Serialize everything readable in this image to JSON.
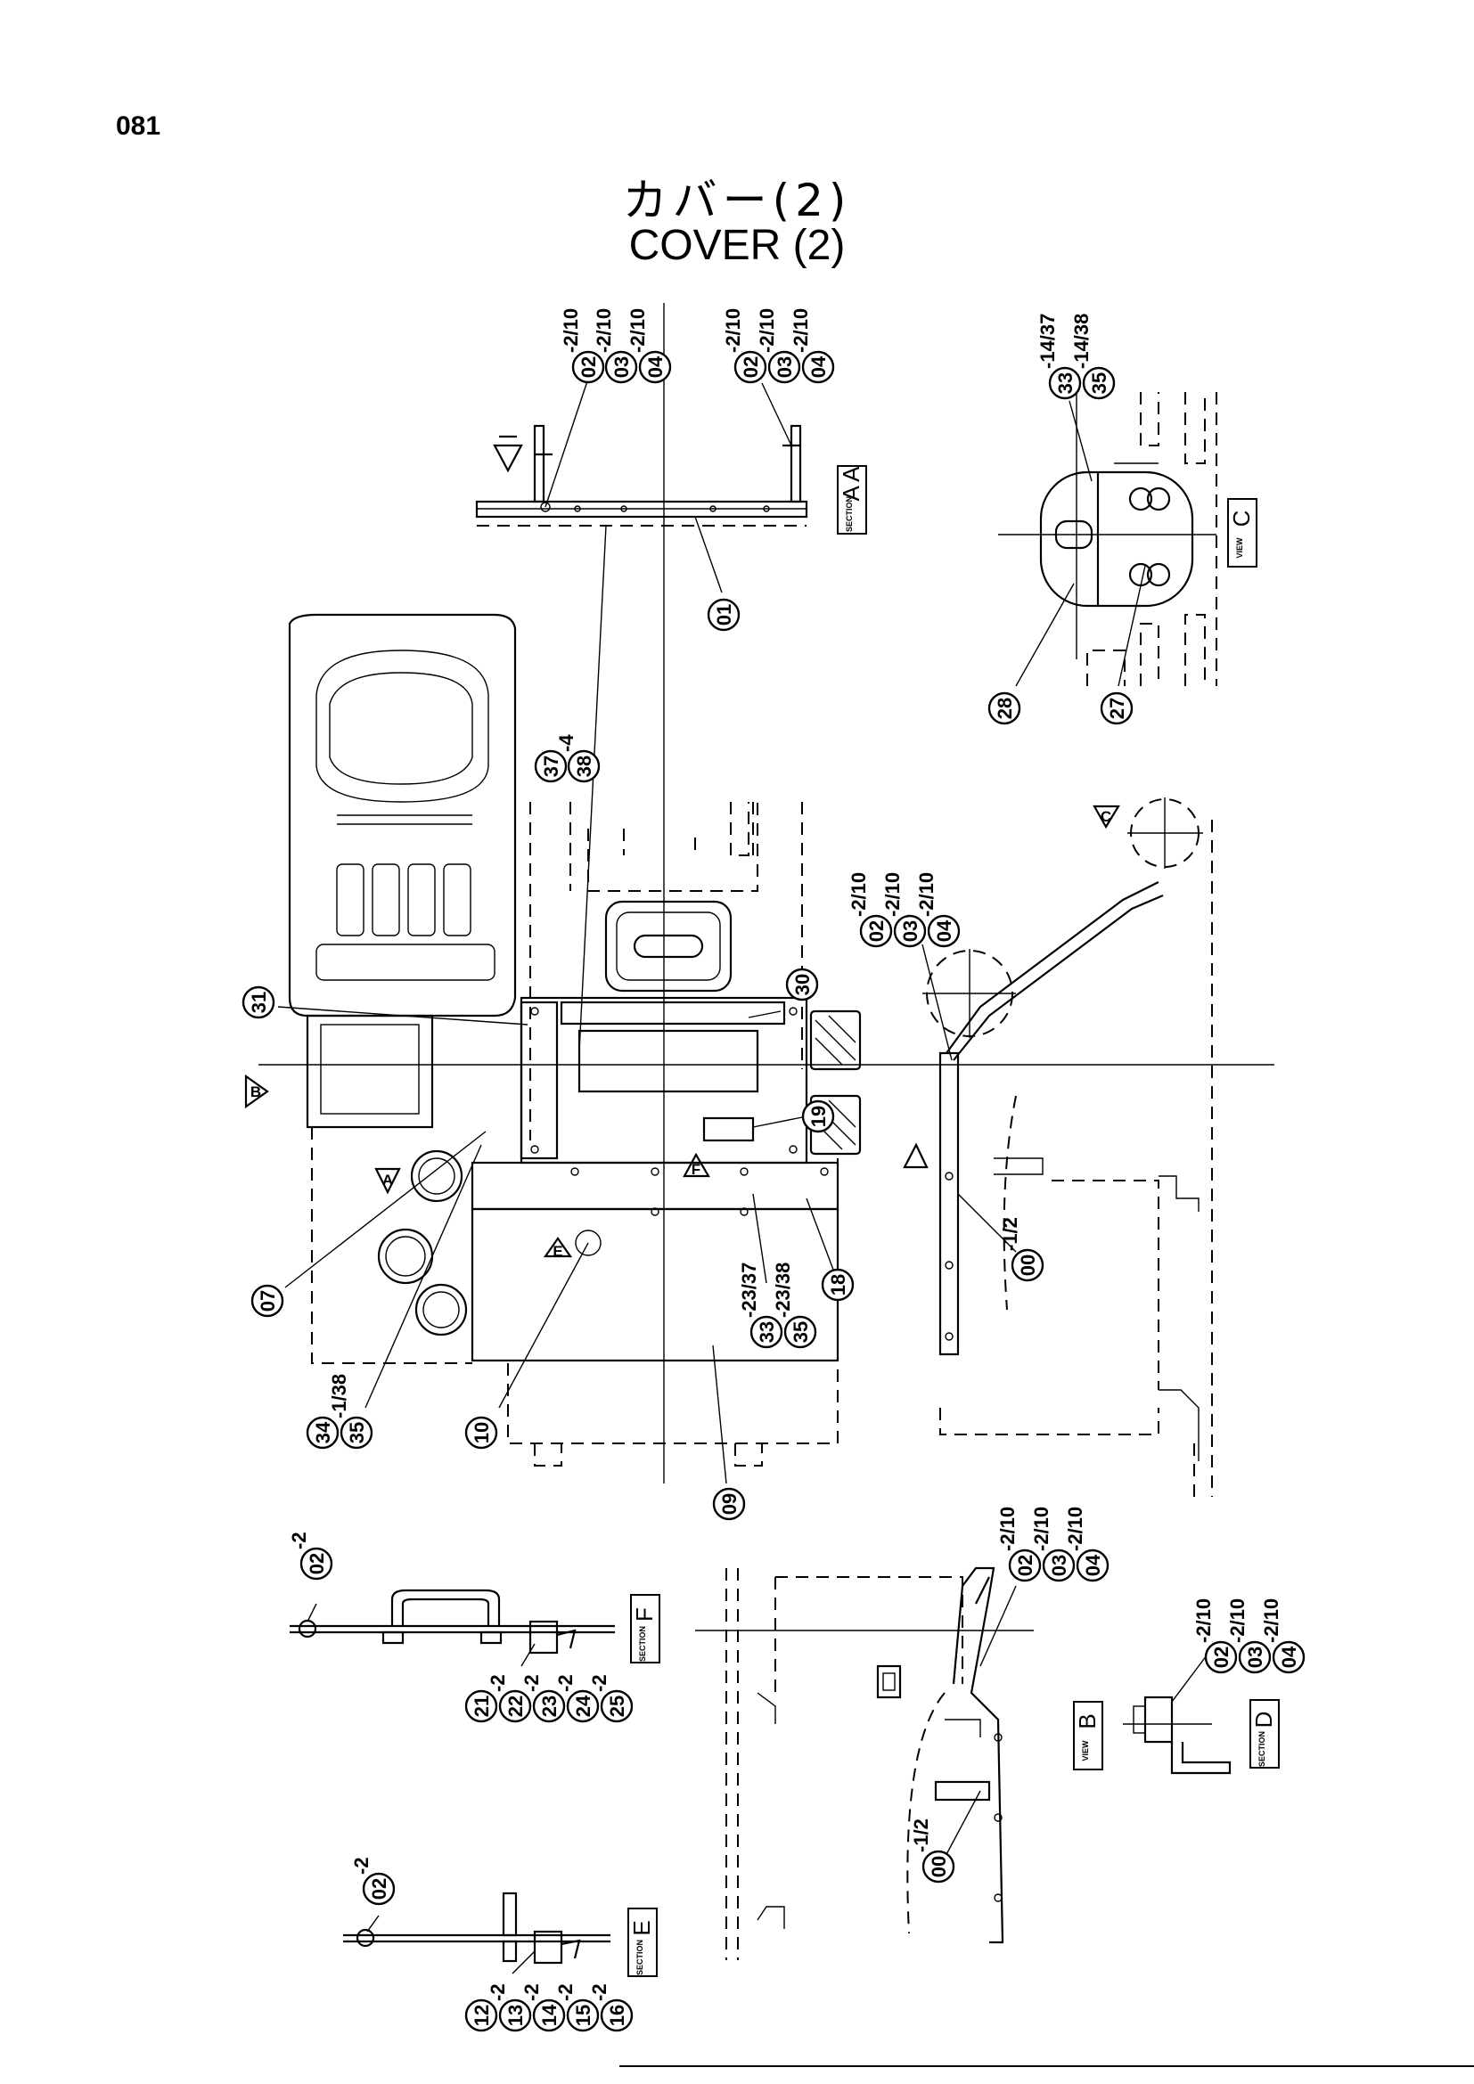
{
  "page": {
    "number": "081"
  },
  "title": {
    "japanese": "カバー(2)",
    "english": "COVER (2)"
  },
  "views": {
    "section_a": {
      "kind": "SECTION",
      "letter": "A A"
    },
    "view_c": {
      "kind": "VIEW",
      "letter": "C"
    },
    "section_f": {
      "kind": "SECTION",
      "letter": "F"
    },
    "section_e": {
      "kind": "SECTION",
      "letter": "E"
    },
    "view_b": {
      "kind": "VIEW",
      "letter": "B"
    },
    "section_d": {
      "kind": "SECTION",
      "letter": "D"
    }
  },
  "view_arrows": {
    "a": "A",
    "b": "B",
    "c": "C",
    "e": "E",
    "f": "F"
  },
  "callouts": {
    "a_02": {
      "num": "02",
      "sub": "-2/10"
    },
    "a_03": {
      "num": "03",
      "sub": "-2/10"
    },
    "a_04": {
      "num": "04",
      "sub": "-2/10"
    },
    "b_02": {
      "num": "02",
      "sub": "-2/10"
    },
    "b_03": {
      "num": "03",
      "sub": "-2/10"
    },
    "b_04": {
      "num": "04",
      "sub": "-2/10"
    },
    "a_01": {
      "num": "01",
      "sub": ""
    },
    "c_33": {
      "num": "33",
      "sub": "-14/37"
    },
    "c_35": {
      "num": "35",
      "sub": "-14/38"
    },
    "c_28": {
      "num": "28",
      "sub": ""
    },
    "c_27": {
      "num": "27",
      "sub": ""
    },
    "m_37": {
      "num": "37",
      "sub": ""
    },
    "m_38": {
      "num": "38",
      "sub": "-4"
    },
    "m_31": {
      "num": "31",
      "sub": ""
    },
    "m_30": {
      "num": "30",
      "sub": ""
    },
    "m_19": {
      "num": "19",
      "sub": ""
    },
    "m_18": {
      "num": "18",
      "sub": ""
    },
    "m_33": {
      "num": "33",
      "sub": "-23/37"
    },
    "m_35": {
      "num": "35",
      "sub": "-23/38"
    },
    "m_07": {
      "num": "07",
      "sub": ""
    },
    "m_34": {
      "num": "34",
      "sub": ""
    },
    "m_35b": {
      "num": "35",
      "sub": "-1/38"
    },
    "m_10": {
      "num": "10",
      "sub": ""
    },
    "m_09": {
      "num": "09",
      "sub": ""
    },
    "r_02": {
      "num": "02",
      "sub": "-2/10"
    },
    "r_03": {
      "num": "03",
      "sub": "-2/10"
    },
    "r_04": {
      "num": "04",
      "sub": "-2/10"
    },
    "r_00": {
      "num": "00",
      "sub": "-1/2"
    },
    "f_02": {
      "num": "02",
      "sub": "-2"
    },
    "f_21": {
      "num": "21",
      "sub": ""
    },
    "f_22": {
      "num": "22",
      "sub": "-2"
    },
    "f_23": {
      "num": "23",
      "sub": "-2"
    },
    "f_24": {
      "num": "24",
      "sub": "-2"
    },
    "f_25": {
      "num": "25",
      "sub": "-2"
    },
    "e_02": {
      "num": "02",
      "sub": "-2"
    },
    "e_12": {
      "num": "12",
      "sub": ""
    },
    "e_13": {
      "num": "13",
      "sub": "-2"
    },
    "e_14": {
      "num": "14",
      "sub": "-2"
    },
    "e_15": {
      "num": "15",
      "sub": "-2"
    },
    "e_16": {
      "num": "16",
      "sub": "-2"
    },
    "vb_02": {
      "num": "02",
      "sub": "-2/10"
    },
    "vb_03": {
      "num": "03",
      "sub": "-2/10"
    },
    "vb_04": {
      "num": "04",
      "sub": "-2/10"
    },
    "vb_00": {
      "num": "00",
      "sub": "-1/2"
    },
    "d_02": {
      "num": "02",
      "sub": "-2/10"
    },
    "d_03": {
      "num": "03",
      "sub": "-2/10"
    },
    "d_04": {
      "num": "04",
      "sub": "-2/10"
    }
  }
}
